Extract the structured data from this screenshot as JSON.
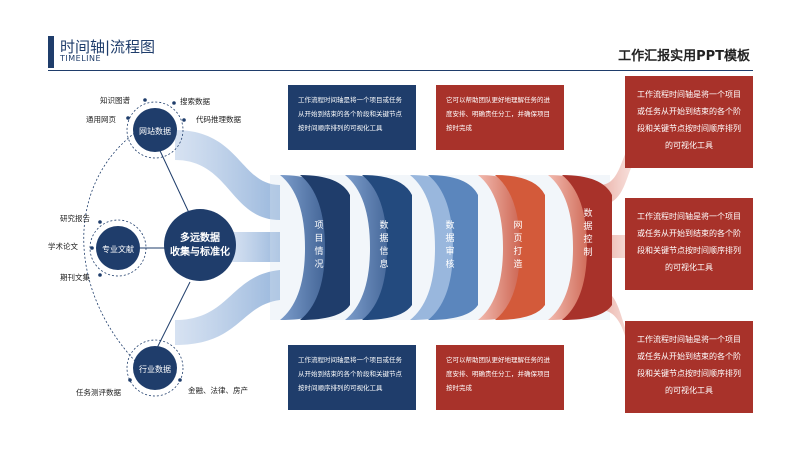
{
  "header": {
    "title": "时间轴|流程图",
    "subtitle": "TIMELINE",
    "brand": "工作汇报实用PPT模板"
  },
  "hub": {
    "label_line1": "多远数据",
    "label_line2": "收集与标准化"
  },
  "nodes": [
    {
      "label": "网站数据",
      "satellites": [
        "知识图谱",
        "搜索数据",
        "通用网页",
        "代码推理数据"
      ]
    },
    {
      "label": "专业文献",
      "satellites": [
        "研究报告",
        "学术论文",
        "期刊文集"
      ]
    },
    {
      "label": "行业数据",
      "satellites": [
        "任务测评数据",
        "金融、法律、房产"
      ]
    }
  ],
  "stages": [
    {
      "label": "项目情况",
      "color": "#1f3d6b"
    },
    {
      "label": "数据信息",
      "color": "#234a7e"
    },
    {
      "label": "数据审核",
      "color": "#5b86bd"
    },
    {
      "label": "网页打造",
      "color": "#d35a3a"
    },
    {
      "label": "数据控制",
      "color": "#a8322a"
    }
  ],
  "boxes": {
    "top_blue": "工作流程时间轴是将一个项目或任务从开始到结束的各个阶段和关键节点按时间顺序排列的可视化工具",
    "top_red": "它可以帮助团队更好地理解任务的进度安排、明确责任分工，并确保项目按时完成",
    "bottom_blue": "工作流程时间轴是将一个项目或任务从开始到结束的各个阶段和关键节点按时间顺序排列的可视化工具",
    "bottom_red": "它可以帮助团队更好地理解任务的进度安排、明确责任分工，并确保项目按时完成",
    "right": [
      "工作流程时间轴是将一个项目或任务从开始到结束的各个阶段和关键节点按时间顺序排列的可视化工具",
      "工作流程时间轴是将一个项目或任务从开始到结束的各个阶段和关键节点按时间顺序排列的可视化工具",
      "工作流程时间轴是将一个项目或任务从开始到结束的各个阶段和关键节点按时间顺序排列的可视化工具"
    ]
  },
  "colors": {
    "navy": "#1f3d6b",
    "red": "#a8322a",
    "light_blue": "#8fb0d9",
    "light_red": "#e8a79c"
  }
}
